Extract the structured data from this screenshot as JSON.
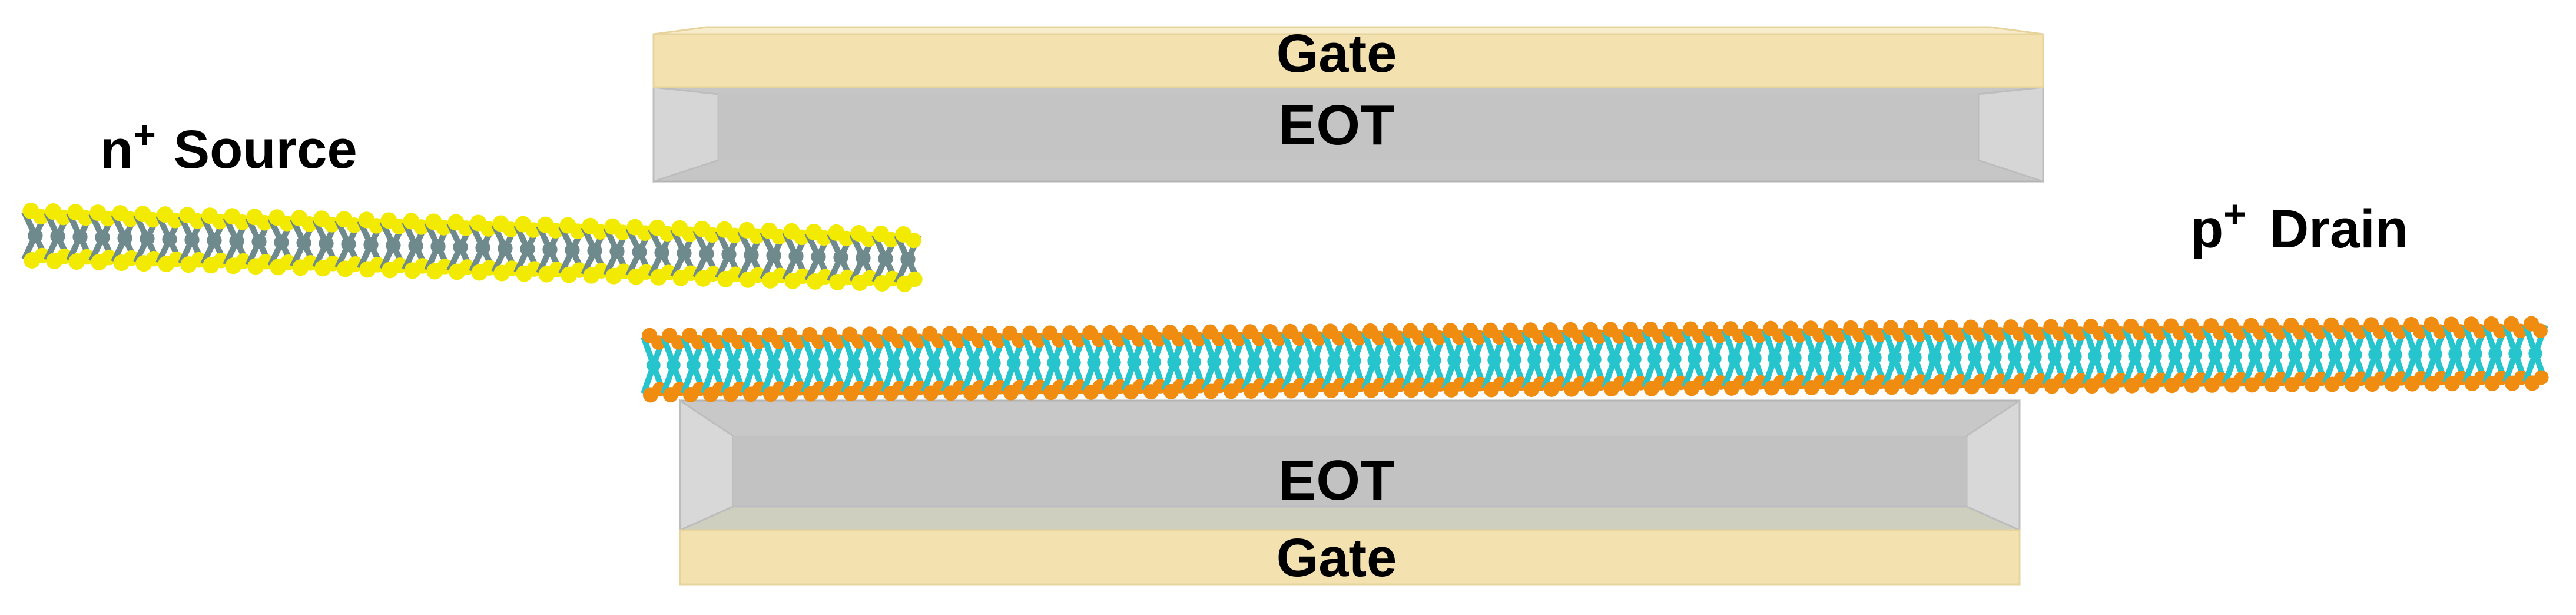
{
  "top_stack": {
    "gate_label": "Gate",
    "oxide_label": "EOT"
  },
  "bottom_stack": {
    "gate_label": "Gate",
    "oxide_label": "EOT"
  },
  "source": {
    "prefix": "n",
    "superscript": "+",
    "name": "Source"
  },
  "drain": {
    "prefix": "p",
    "superscript": "+",
    "name": "Drain"
  },
  "colors": {
    "gate": "#f3e2b0",
    "oxide": "#c6c6c6",
    "oxide_light": "#dcdcdc",
    "source_chalcogen": "#f2ea00",
    "source_metal": "#6e8a8c",
    "drain_chalcogen": "#f08c10",
    "drain_metal": "#26c4cc"
  }
}
